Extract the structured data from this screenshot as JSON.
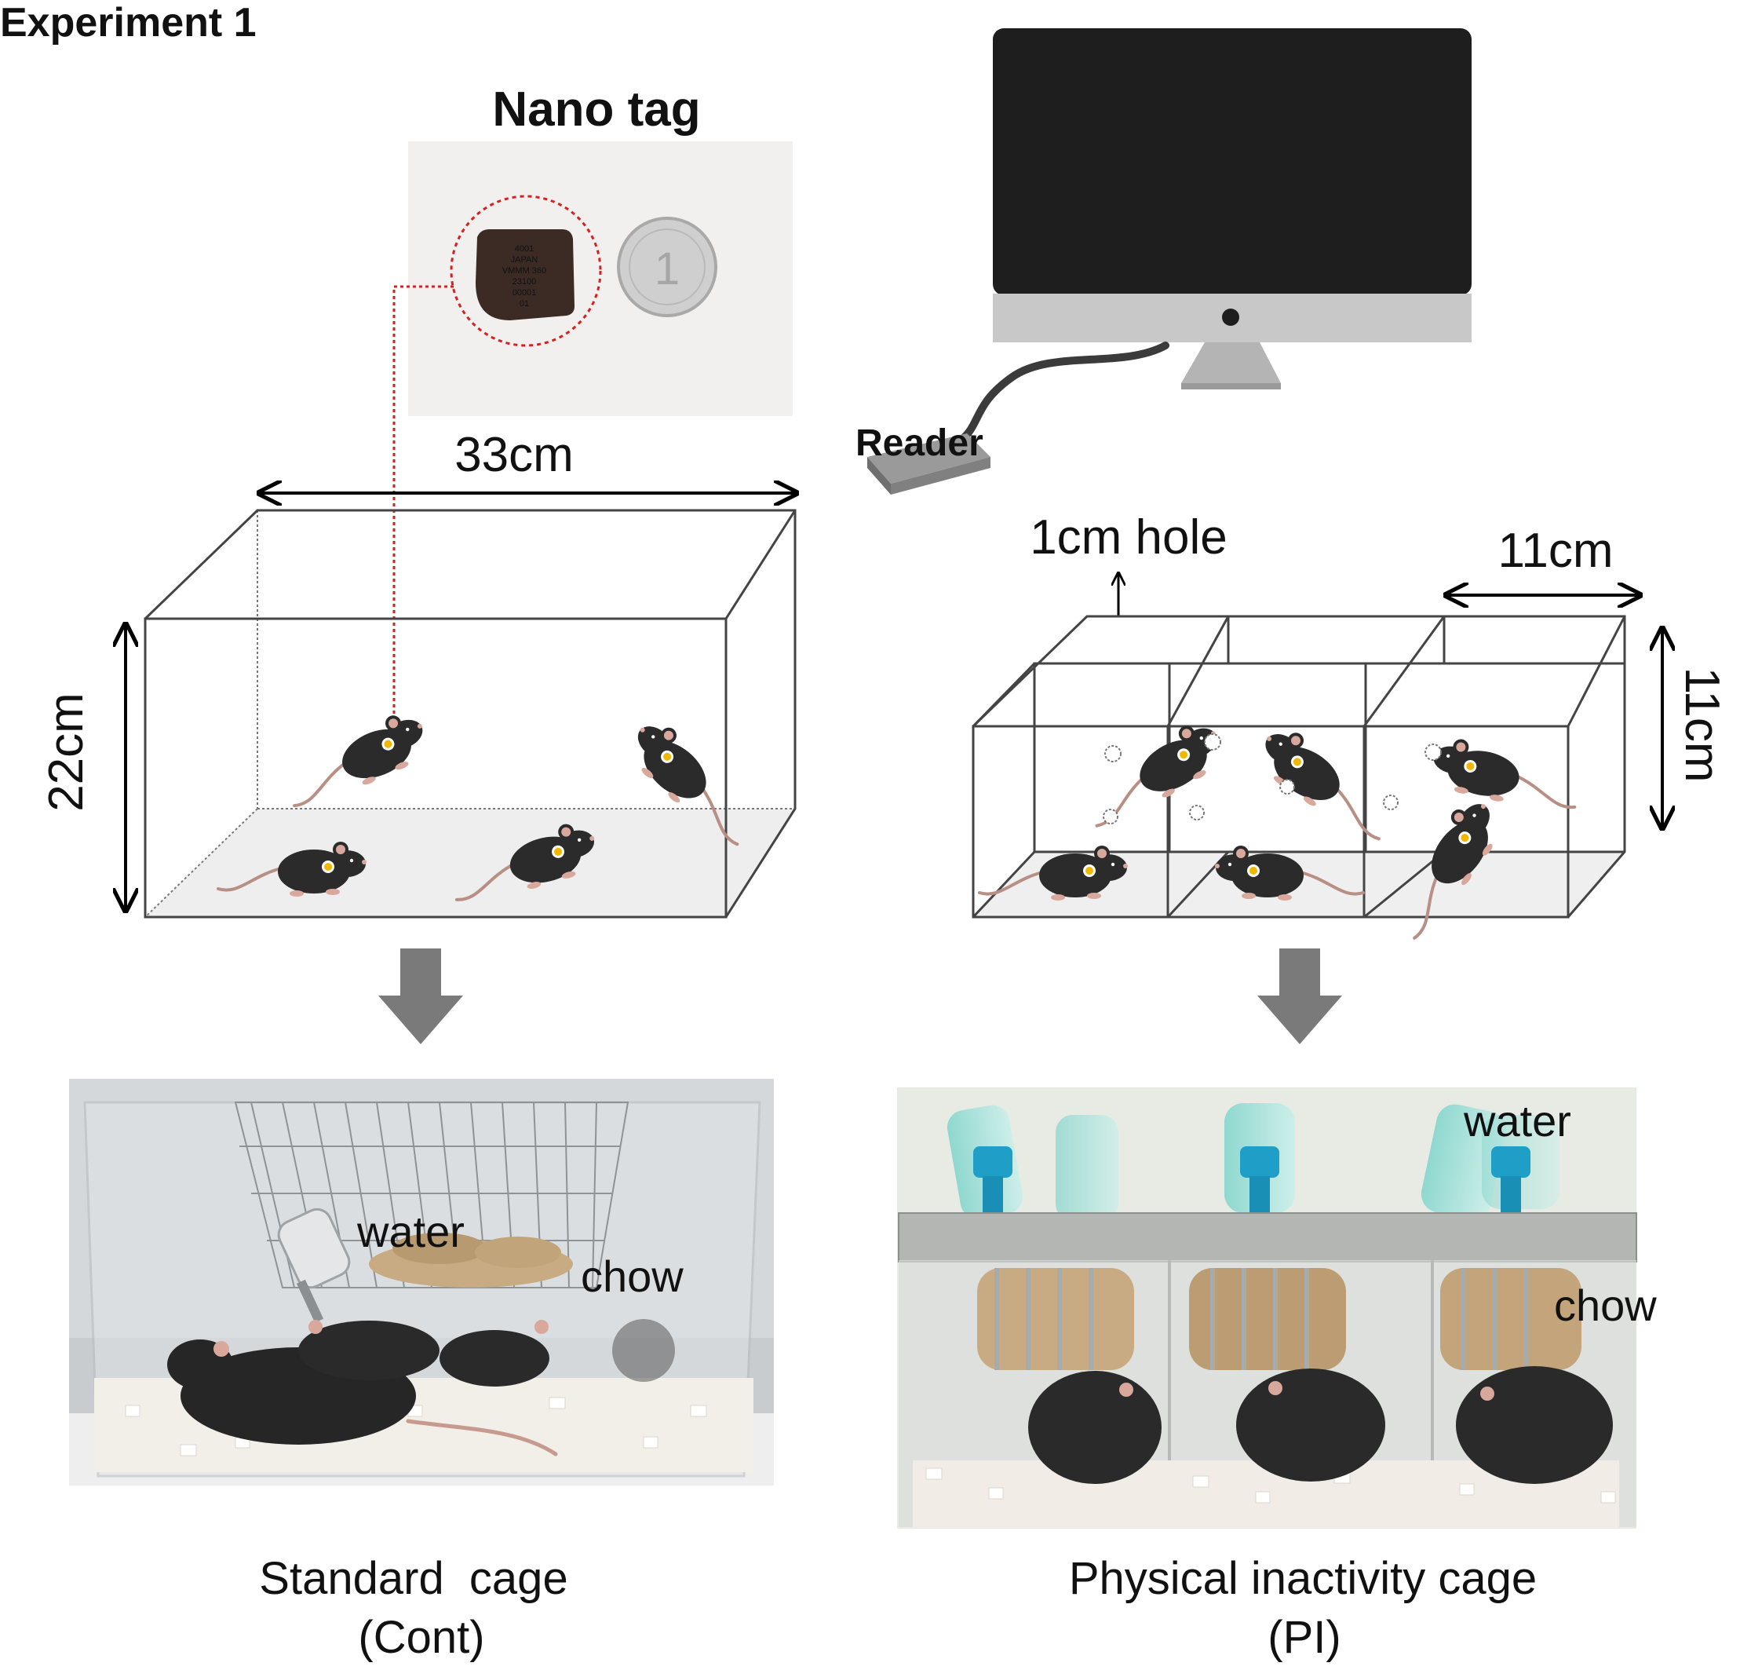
{
  "figure_title": "Experiment 1",
  "nano_tag": {
    "label": "Nano tag",
    "tag_print": [
      "4001",
      "JAPAN",
      "VMMM 360",
      "23100",
      "00001",
      "01"
    ]
  },
  "reader": {
    "label": "Reader"
  },
  "standard_setup": {
    "width_label": "33cm",
    "height_label": "22cm",
    "photo_labels": {
      "water": "water",
      "chow": "chow"
    },
    "caption_line1": "Standard  cage",
    "caption_line2": "(Cont)"
  },
  "pi_setup": {
    "hole_label": "1cm hole",
    "width_label": "11cm",
    "height_label": "11cm",
    "photo_labels": {
      "water": "water",
      "chow": "chow"
    },
    "caption_line1": "Physical inactivity cage",
    "caption_line2": "(PI)"
  },
  "colors": {
    "mouse_body": "#2b2b2b",
    "mouse_pink": "#d9a89c",
    "tag_dot": "#f2b705",
    "tag_link": "#d62020",
    "monitor_screen": "#1e1e1e",
    "monitor_bezel": "#c8c8c8",
    "arrow_gray": "#7a7a7a",
    "bottle_cap": "#1f9fc7"
  }
}
